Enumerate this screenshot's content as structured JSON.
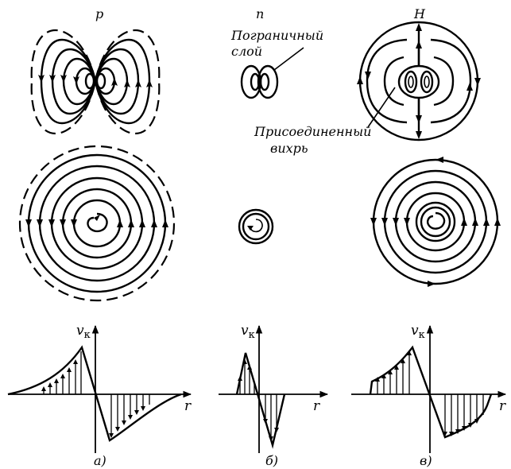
{
  "columns": {
    "p": "p",
    "n": "n",
    "H": "H"
  },
  "annotations": {
    "boundary_layer_line1": "Пограничный",
    "boundary_layer_line2": "слой",
    "attached_vortex_line1": "Присоединенный",
    "attached_vortex_line2": "вихрь"
  },
  "graphs": {
    "axis_v": "v",
    "axis_v_sub": "к",
    "axis_r": "r",
    "caption_a": "а)",
    "caption_b": "б)",
    "caption_c": "в)"
  }
}
